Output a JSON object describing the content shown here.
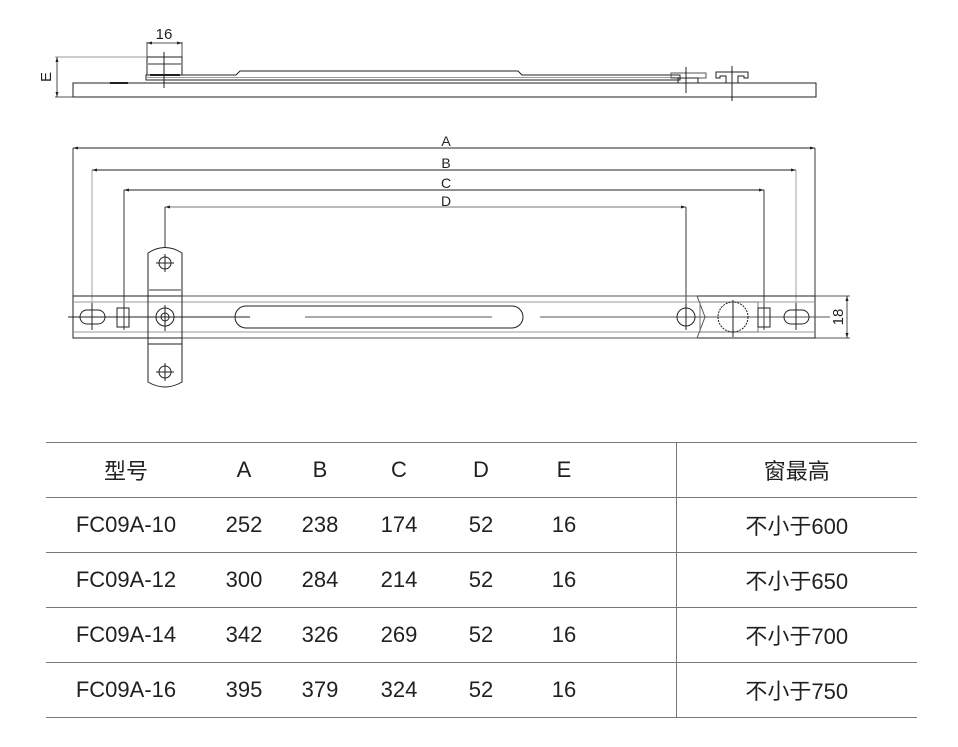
{
  "drawing": {
    "side_view": {
      "width_dim_label": "16",
      "height_dim_label": "E"
    },
    "top_view": {
      "dimension_labels": [
        "A",
        "B",
        "C",
        "D"
      ],
      "height_dim_label": "18"
    },
    "line_color": "#231f20",
    "gray_line_color": "#9a9a9a"
  },
  "table": {
    "headers": {
      "model": "型号",
      "a": "A",
      "b": "B",
      "c": "C",
      "d": "D",
      "e": "E",
      "window_height": "窗最高"
    },
    "rows": [
      {
        "model": "FC09A-10",
        "a": "252",
        "b": "238",
        "c": "174",
        "d": "52",
        "e": "16",
        "window_height": "不小于600"
      },
      {
        "model": "FC09A-12",
        "a": "300",
        "b": "284",
        "c": "214",
        "d": "52",
        "e": "16",
        "window_height": "不小于650"
      },
      {
        "model": "FC09A-14",
        "a": "342",
        "b": "326",
        "c": "269",
        "d": "52",
        "e": "16",
        "window_height": "不小于700"
      },
      {
        "model": "FC09A-16",
        "a": "395",
        "b": "379",
        "c": "324",
        "d": "52",
        "e": "16",
        "window_height": "不小于750"
      }
    ]
  }
}
